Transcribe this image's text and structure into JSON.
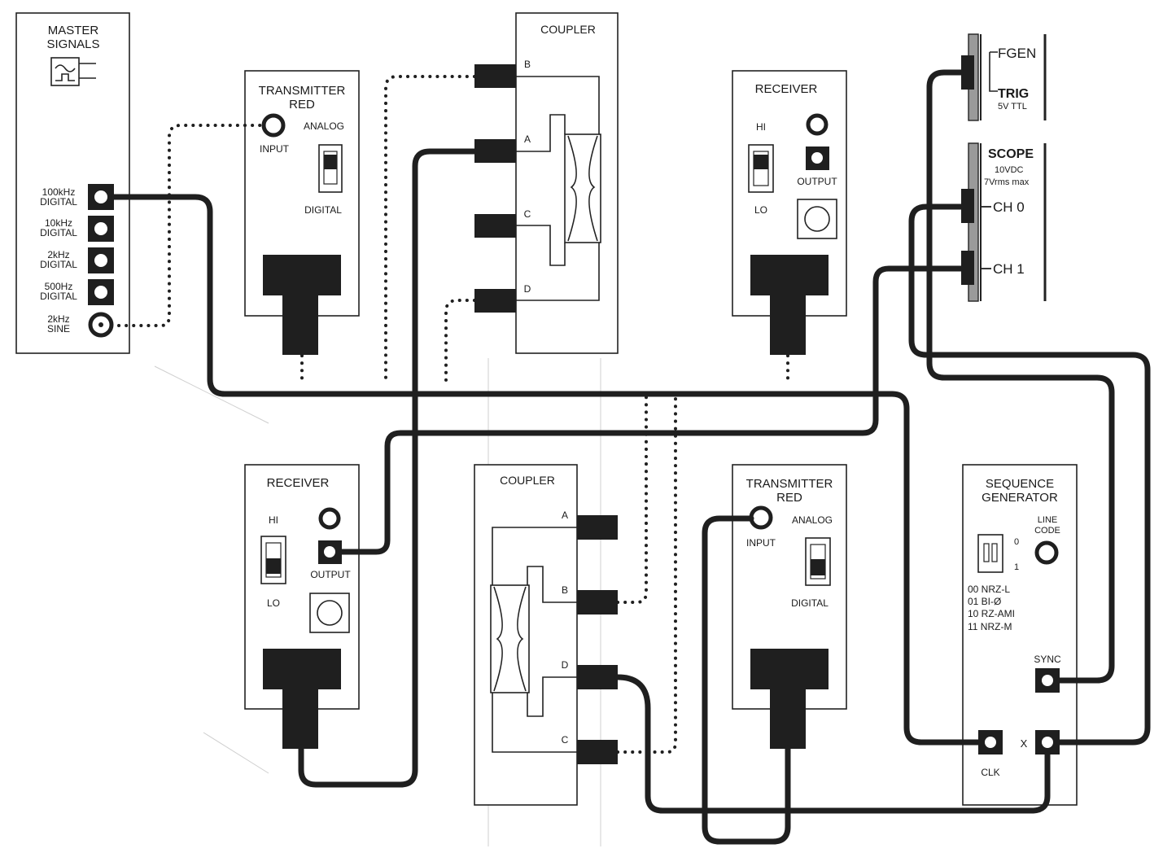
{
  "master_signals": {
    "title_line1": "MASTER",
    "title_line2": "SIGNALS",
    "outputs": [
      {
        "line1": "100kHz",
        "line2": "DIGITAL"
      },
      {
        "line1": "10kHz",
        "line2": "DIGITAL"
      },
      {
        "line1": "2kHz",
        "line2": "DIGITAL"
      },
      {
        "line1": "500Hz",
        "line2": "DIGITAL"
      },
      {
        "line1": "2kHz",
        "line2": "SINE"
      }
    ]
  },
  "transmitter_top": {
    "title_line1": "TRANSMITTER",
    "title_line2": "RED",
    "input_label": "INPUT",
    "analog_label": "ANALOG",
    "digital_label": "DIGITAL"
  },
  "coupler_top": {
    "title": "COUPLER",
    "ports": [
      "B",
      "A",
      "C",
      "D"
    ]
  },
  "receiver_top": {
    "title": "RECEIVER",
    "hi_label": "HI",
    "lo_label": "LO",
    "output_label": "OUTPUT"
  },
  "instrument": {
    "fgen_label": "FGEN",
    "trig_label": "TRIG",
    "trig_sub": "5V TTL",
    "scope_label": "SCOPE",
    "scope_sub1": "10VDC",
    "scope_sub2": "7Vrms max",
    "ch0_label": "CH 0",
    "ch1_label": "CH 1"
  },
  "receiver_bottom": {
    "title": "RECEIVER",
    "hi_label": "HI",
    "lo_label": "LO",
    "output_label": "OUTPUT"
  },
  "coupler_bottom": {
    "title": "COUPLER",
    "ports": [
      "A",
      "B",
      "D",
      "C"
    ]
  },
  "transmitter_bottom": {
    "title_line1": "TRANSMITTER",
    "title_line2": "RED",
    "input_label": "INPUT",
    "analog_label": "ANALOG",
    "digital_label": "DIGITAL"
  },
  "sequence_generator": {
    "title_line1": "SEQUENCE",
    "title_line2": "GENERATOR",
    "line_code_line1": "LINE",
    "line_code_line2": "CODE",
    "switch_0": "0",
    "switch_1": "1",
    "codes": [
      "00 NRZ-L",
      "01 BI-Ø",
      "10 RZ-AMI",
      "11 NRZ-M"
    ],
    "sync_label": "SYNC",
    "clk_label": "CLK",
    "x_label": "X"
  }
}
